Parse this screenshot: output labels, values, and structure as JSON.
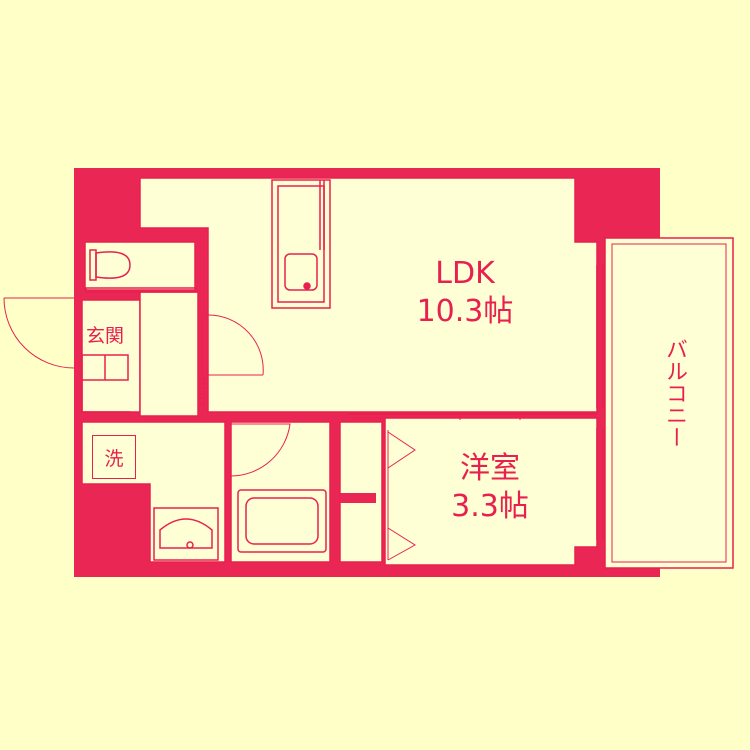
{
  "colors": {
    "background": "#ffffc8",
    "wall": "#ea2654",
    "line": "#e8204f",
    "floor": "#ffffd6"
  },
  "rooms": {
    "ldk": {
      "name": "LDK",
      "size": "10.3帖"
    },
    "western": {
      "name": "洋室",
      "size": "3.3帖"
    },
    "balcony": {
      "name": "バルコニー"
    },
    "entrance": {
      "name": "玄関"
    },
    "washroom": {
      "name": "洗"
    }
  }
}
